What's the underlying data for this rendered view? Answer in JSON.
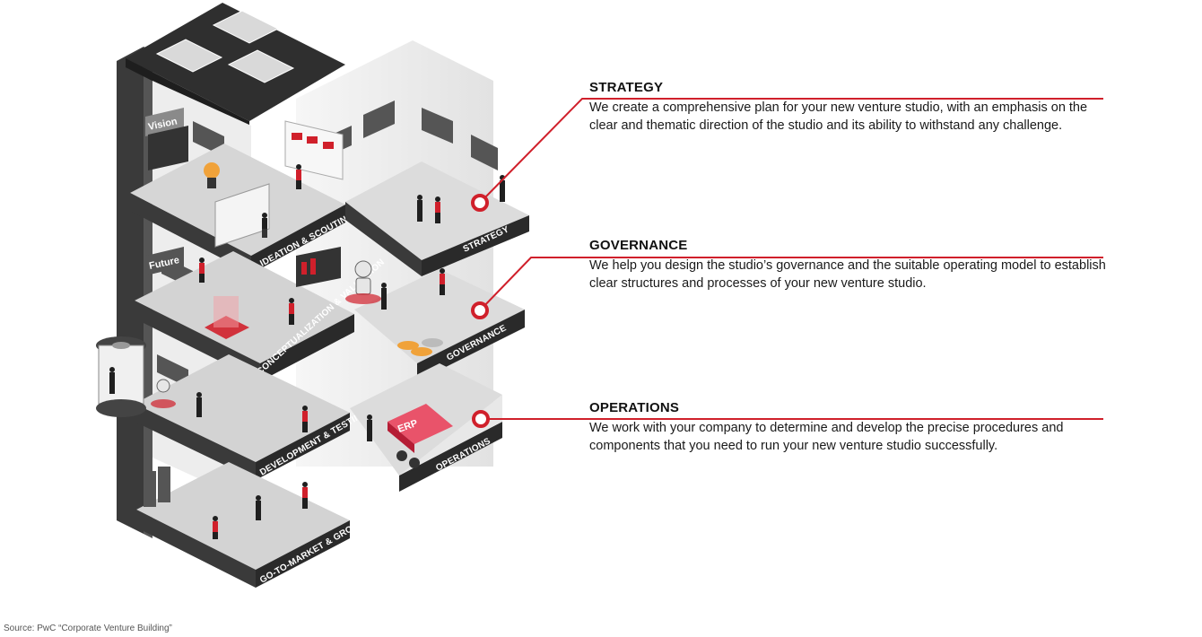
{
  "floors": {
    "ideation": "IDEATION & SCOUTING",
    "strategy": "STRATEGY",
    "conceptualization": "CONCEPTUALIZATION & VALIDATION",
    "governance": "GOVERNANCE",
    "development": "DEVELOPMENT & TESTING",
    "operations": "OPERATIONS",
    "gotomarket": "GO-TO-MARKET & GROWTH"
  },
  "signs": {
    "vision": "Vision",
    "future": "Future",
    "erp": "ERP"
  },
  "callouts": {
    "strategy": {
      "title": "STRATEGY",
      "text": "We create a comprehensive plan for your new venture studio, with an emphasis on the clear and thematic direction of the studio and its ability to withstand any challenge."
    },
    "governance": {
      "title": "GOVERNANCE",
      "text": "We help you design the studio’s governance and the suitable operating model to establish clear structures and processes of your new venture studio."
    },
    "operations": {
      "title": "OPERATIONS",
      "text": "We work with your company to determine and develop the precise procedures and components that you need to run your new venture studio successfully."
    }
  },
  "source": "Source: PwC “Corporate Venture Building”",
  "colors": {
    "accent": "#d0202b",
    "dark": "#2b2b2b",
    "floor": "#d6d6d6",
    "wall": "#ededed"
  }
}
